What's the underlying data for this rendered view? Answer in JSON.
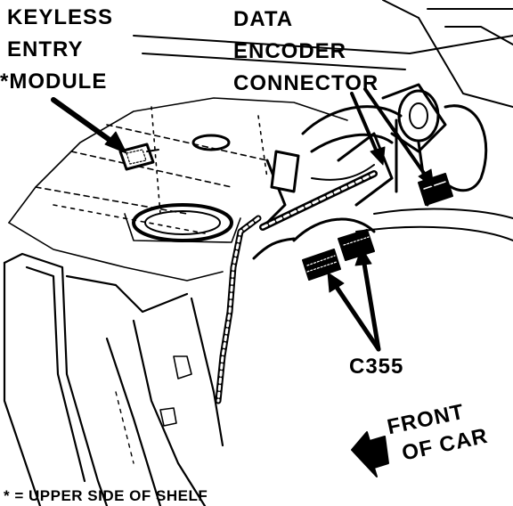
{
  "labels": {
    "keyless_entry_module": [
      "KEYLESS",
      "ENTRY",
      "*MODULE"
    ],
    "data_encoder_connector": [
      "DATA",
      "ENCODER",
      "CONNECTOR"
    ],
    "c355": "C355",
    "front_of_car": [
      "FRONT",
      "OF CAR"
    ],
    "footnote": "* = UPPER SIDE OF SHELF"
  },
  "colors": {
    "ink": "#000000",
    "paper": "#ffffff"
  }
}
